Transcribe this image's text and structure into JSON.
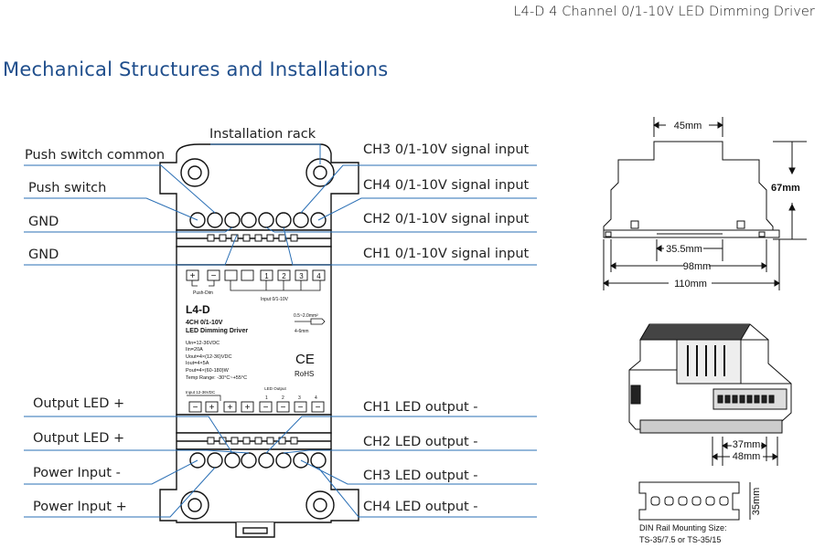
{
  "header": {
    "product_title": "L4-D   4 Channel 0/1-10V LED Dimming Driver"
  },
  "section_title": "Mechanical Structures and Installations",
  "callouts": {
    "left_top": [
      "Push switch common",
      "Push switch",
      "GND",
      "GND"
    ],
    "top_center": "Installation rack",
    "right_top": [
      "CH3 0/1-10V signal input",
      "CH4 0/1-10V signal input",
      "CH2 0/1-10V signal input",
      "CH1 0/1-10V signal input"
    ],
    "left_bottom": [
      "Output LED +",
      "Output LED +",
      "Power Input -",
      "Power Input +"
    ],
    "right_bottom": [
      "CH1 LED output -",
      "CH2 LED output -",
      "CH3 LED output -",
      "CH4 LED output -"
    ]
  },
  "device_label": {
    "push_terminals": [
      "+",
      "−"
    ],
    "push_dim": "Push-Dim",
    "signal_terminals": [
      "1",
      "2",
      "3",
      "4"
    ],
    "input_range": "Input 0/1-10V",
    "model": "L4-D",
    "line1": "4CH 0/1-10V",
    "line2": "LED Dimming Driver",
    "wire_size": "0.5~2.0mm²",
    "strip_len": "4-6mm",
    "specs": [
      "Uin=12-36VDC",
      "Iin=20A",
      "Uout=4×(12-36)VDC",
      "Iout=4×5A",
      "Pout=4×(60-180)W",
      "Temp Range: -30°C~+55°C"
    ],
    "ce": "CE",
    "rohs": "RoHS",
    "input_label": "Input 12-36VDC",
    "led_output": "LED Output",
    "output_channels": [
      "1",
      "2",
      "3",
      "4"
    ]
  },
  "dimensions": {
    "top_width": "45mm",
    "height": "67mm",
    "inner": "35.5mm",
    "mid": "98mm",
    "total": "110mm",
    "rail_inner": "37mm",
    "rail_outer": "48mm",
    "rail_height": "35mm"
  },
  "din_note": [
    "DIN Rail Mounting Size:",
    "TS-35/7.5 or TS-35/15"
  ],
  "colors": {
    "title_blue": "#1f4e8c",
    "leader_blue": "#2a6fb5"
  }
}
